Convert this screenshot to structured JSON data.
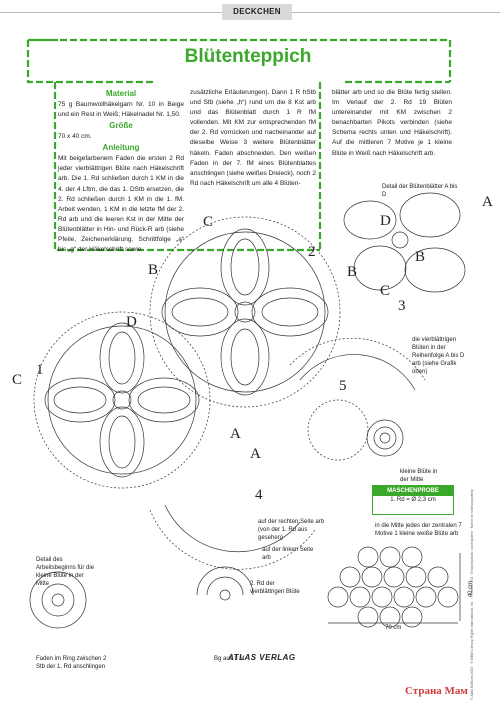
{
  "header": {
    "section": "DECKCHEN"
  },
  "title": "Blütenteppich",
  "material": {
    "heading": "Material",
    "text": "75 g Baumwollhäkelgarn Nr. 10 in Beige und ein Rest in Weiß; Häkelnadel Nr. 1,50."
  },
  "size": {
    "heading": "Größe",
    "text": "70 x 40 cm."
  },
  "instructions": {
    "heading": "Anleitung",
    "text_col1": "Mit beigefarbenem Faden die ersten 2 Rd jeder vierblättrigen Blüte nach Häkelschrift arb. Die 1. Rd schließen durch 1 KM in die 4. der 4 Lftm, die das 1. DStb ersetzen, die 2. Rd schließen durch 1 KM in die 1. fM. Arbeit wenden, 1 KM in die letzte fM der 2. Rd arb und die leeren Kst in der Mitte der Blütenblätter in Hin- und Rück-R arb (siehe Pfeile, Zeichenerklärung, Schrittfolge „a“ bis „g“ der Häkelschrift sowie",
    "text_col2": "zusätzliche Erläuterungen). Dann 1 R hStb und Stb (siehe „h“) rund um die 8 Kst arb und das Blütenblatt durch 1 R fM vollenden. Mit KM zur entsprechenden fM der 2. Rd vorrücken und nacheinander auf dieselbe Weise 3 weitere Blütenblätter häkeln. Faden abschneiden. Den weißen Faden in der 7. fM eines Blütenblattes anschlingen (siehe weißes Dreieck), noch 2 Rd nach Häkelschrift um alle 4 Blüten-",
    "text_col3": "blätter arb und so die Blüte fertig stellen. Im Verlauf der 2. Rd 19 Blüten untereinander mit KM zwischen 2 benachbarten Pikots verbinden (siehe Schema rechts unten und Häkelschrift). Auf die mittleren 7 Motive je 1 kleine Blüte in Weiß nach Häkelschrift arb."
  },
  "labels": {
    "detail_top": "Detail der Blütenblätter A bis D",
    "petals_note": "die vierblättrigen Blüten in der Reihenfolge A bis D arb (siehe Grafik oben)",
    "small_flower": "kleine Blüte in der Mitte",
    "detail_start": "Detail des Arbeitsbeginns für die kleine Blüte in der Mitte",
    "legend1": "auf der rechten Seite arb (von der 1. Rd aus gesehen)",
    "legend2": "auf der linken Seite arb",
    "legend3": "2. Rd der vierblättrigen Blüte",
    "thread_ring": "Faden im Ring zwischen 2 Stb der 1. Rd anschlingen",
    "start": "Bg aus 3 M",
    "schema_note": "in die Mitte jedes der zentralen 7 Motive 1 kleine weiße Blüte arb",
    "dim_w": "70 cm",
    "dim_h": "40 cm"
  },
  "gauge": {
    "heading": "MASCHENPROBE",
    "text": "1. Rd = Ø 2,3 cm"
  },
  "step_numbers": [
    "1",
    "2",
    "3",
    "4",
    "5"
  ],
  "petal_letters": {
    "a": "A",
    "b": "B",
    "c": "C",
    "d": "D"
  },
  "publisher": "ATLAS VERLAG",
  "side_legal": "© Atlas Editions 2002 · © MBM Literary Rights International, Inc. · Printed in EU · Encyclopaedic card system · Not to be sold separately",
  "watermark": "Страна Мам",
  "colors": {
    "accent": "#3aa82a"
  }
}
